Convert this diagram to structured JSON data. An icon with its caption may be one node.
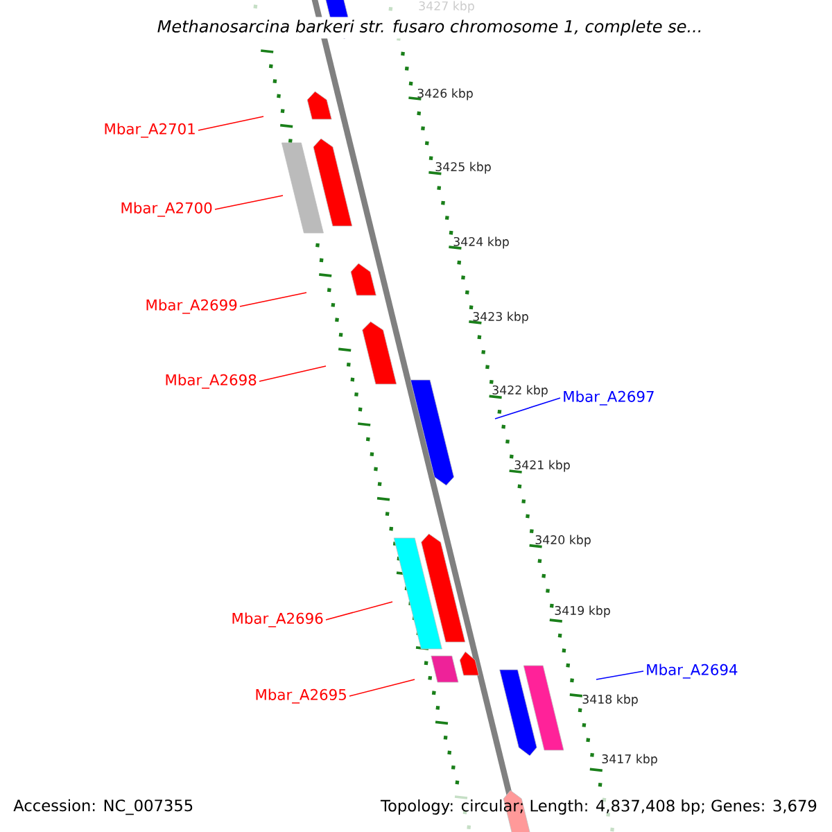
{
  "diagram": {
    "title": "Methanosarcina barkeri str. fusaro chromosome 1, complete se...",
    "nodes": [
      {
        "text": [
          "Mbar_A2701"
        ]
      },
      {
        "text": [
          "Mbar_A2700"
        ]
      },
      {
        "text": [
          "Mbar_A2699"
        ]
      },
      {
        "text": [
          "Mbar_A2698"
        ]
      },
      {
        "text": [
          "Mbar_A2697"
        ]
      },
      {
        "text": [
          "Mbar_A2696"
        ]
      },
      {
        "text": [
          "Mbar_A2695"
        ]
      },
      {
        "text": [
          "Mbar_A2694"
        ]
      }
    ],
    "edges": [
      {
        "from": 0,
        "to": null,
        "arrow": "none"
      },
      {
        "from": 1,
        "to": null,
        "arrow": "none"
      },
      {
        "from": 2,
        "to": null,
        "arrow": "none"
      },
      {
        "from": 3,
        "to": null,
        "arrow": "none"
      },
      {
        "from": 4,
        "to": null,
        "arrow": "none",
        "color": "#0000ff"
      },
      {
        "from": 5,
        "to": null,
        "arrow": "none"
      },
      {
        "from": 6,
        "to": null,
        "arrow": "none"
      },
      {
        "from": 7,
        "to": null,
        "arrow": "none",
        "color": "#0000ff"
      }
    ],
    "labels": [
      "3427 kbp",
      "3426 kbp",
      "3425 kbp",
      "3424 kbp",
      "3423 kbp",
      "3422 kbp",
      "3421 kbp",
      "3420 kbp",
      "3419 kbp",
      "3418 kbp",
      "3417 kbp",
      "Accession: NC_007355",
      "Topology: circular; Length: 4,837,408 bp; Genes: 3,679"
    ]
  }
}
